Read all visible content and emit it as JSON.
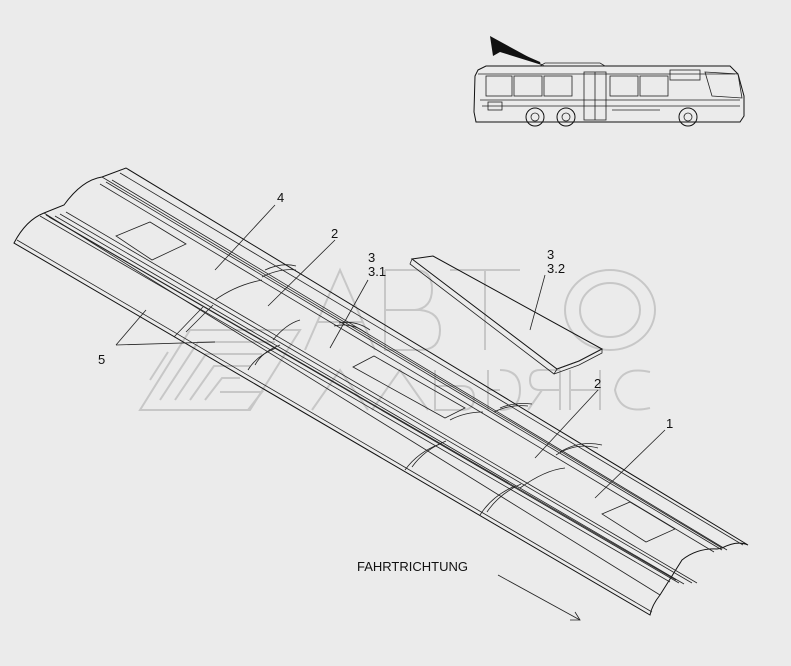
{
  "labels": {
    "part_1": "1",
    "part_2_left": "2",
    "part_2_right": "2",
    "part_3_left": "3",
    "part_3_1": "3.1",
    "part_3_right": "3",
    "part_3_2": "3.2",
    "part_4": "4",
    "part_5": "5"
  },
  "direction_label": "FAHRTRICHTUNG",
  "watermark": {
    "line1": "АВТО",
    "line2": "АЛЬЯНС"
  },
  "colors": {
    "background": "#ebebeb",
    "panel": "#ffffff",
    "line": "#111111",
    "watermark": "#bdbdbd"
  },
  "icons": [
    "bus-icon",
    "pointer-arrow-icon",
    "direction-arrow-icon",
    "avto-alyans-logo"
  ]
}
